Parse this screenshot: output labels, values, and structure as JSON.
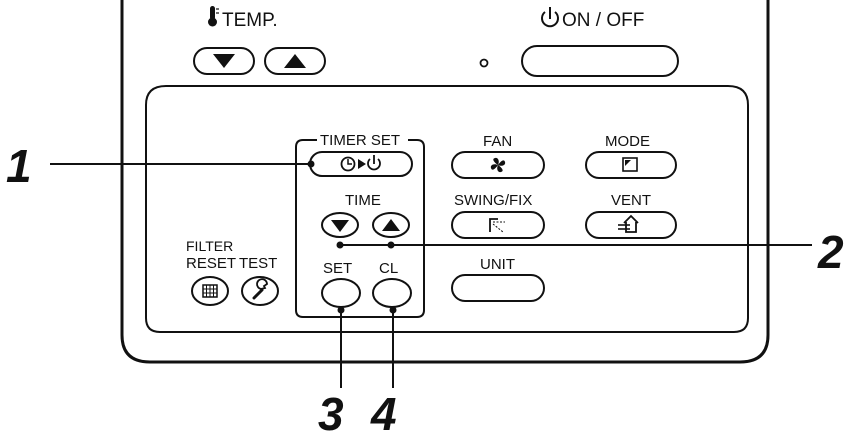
{
  "remote": {
    "temp_label": "TEMP.",
    "on_off_label": "ON / OFF",
    "timer_set_label": "TIMER SET",
    "time_label": "TIME",
    "set_label": "SET",
    "cl_label": "CL",
    "fan_label": "FAN",
    "mode_label": "MODE",
    "swing_fix_label": "SWING/FIX",
    "vent_label": "VENT",
    "unit_label": "UNIT",
    "filter_label": "FILTER",
    "reset_label": "RESET",
    "test_label": "TEST"
  },
  "callouts": [
    "1",
    "2",
    "3",
    "4"
  ],
  "icons": {
    "thermometer": "thermometer-icon",
    "power": "power-icon",
    "timer": "timer-icon",
    "fan": "fan-icon",
    "mode": "mode-icon",
    "swing": "swing-icon",
    "vent": "vent-icon",
    "filter": "filter-grid-icon",
    "test": "wrench-icon"
  }
}
